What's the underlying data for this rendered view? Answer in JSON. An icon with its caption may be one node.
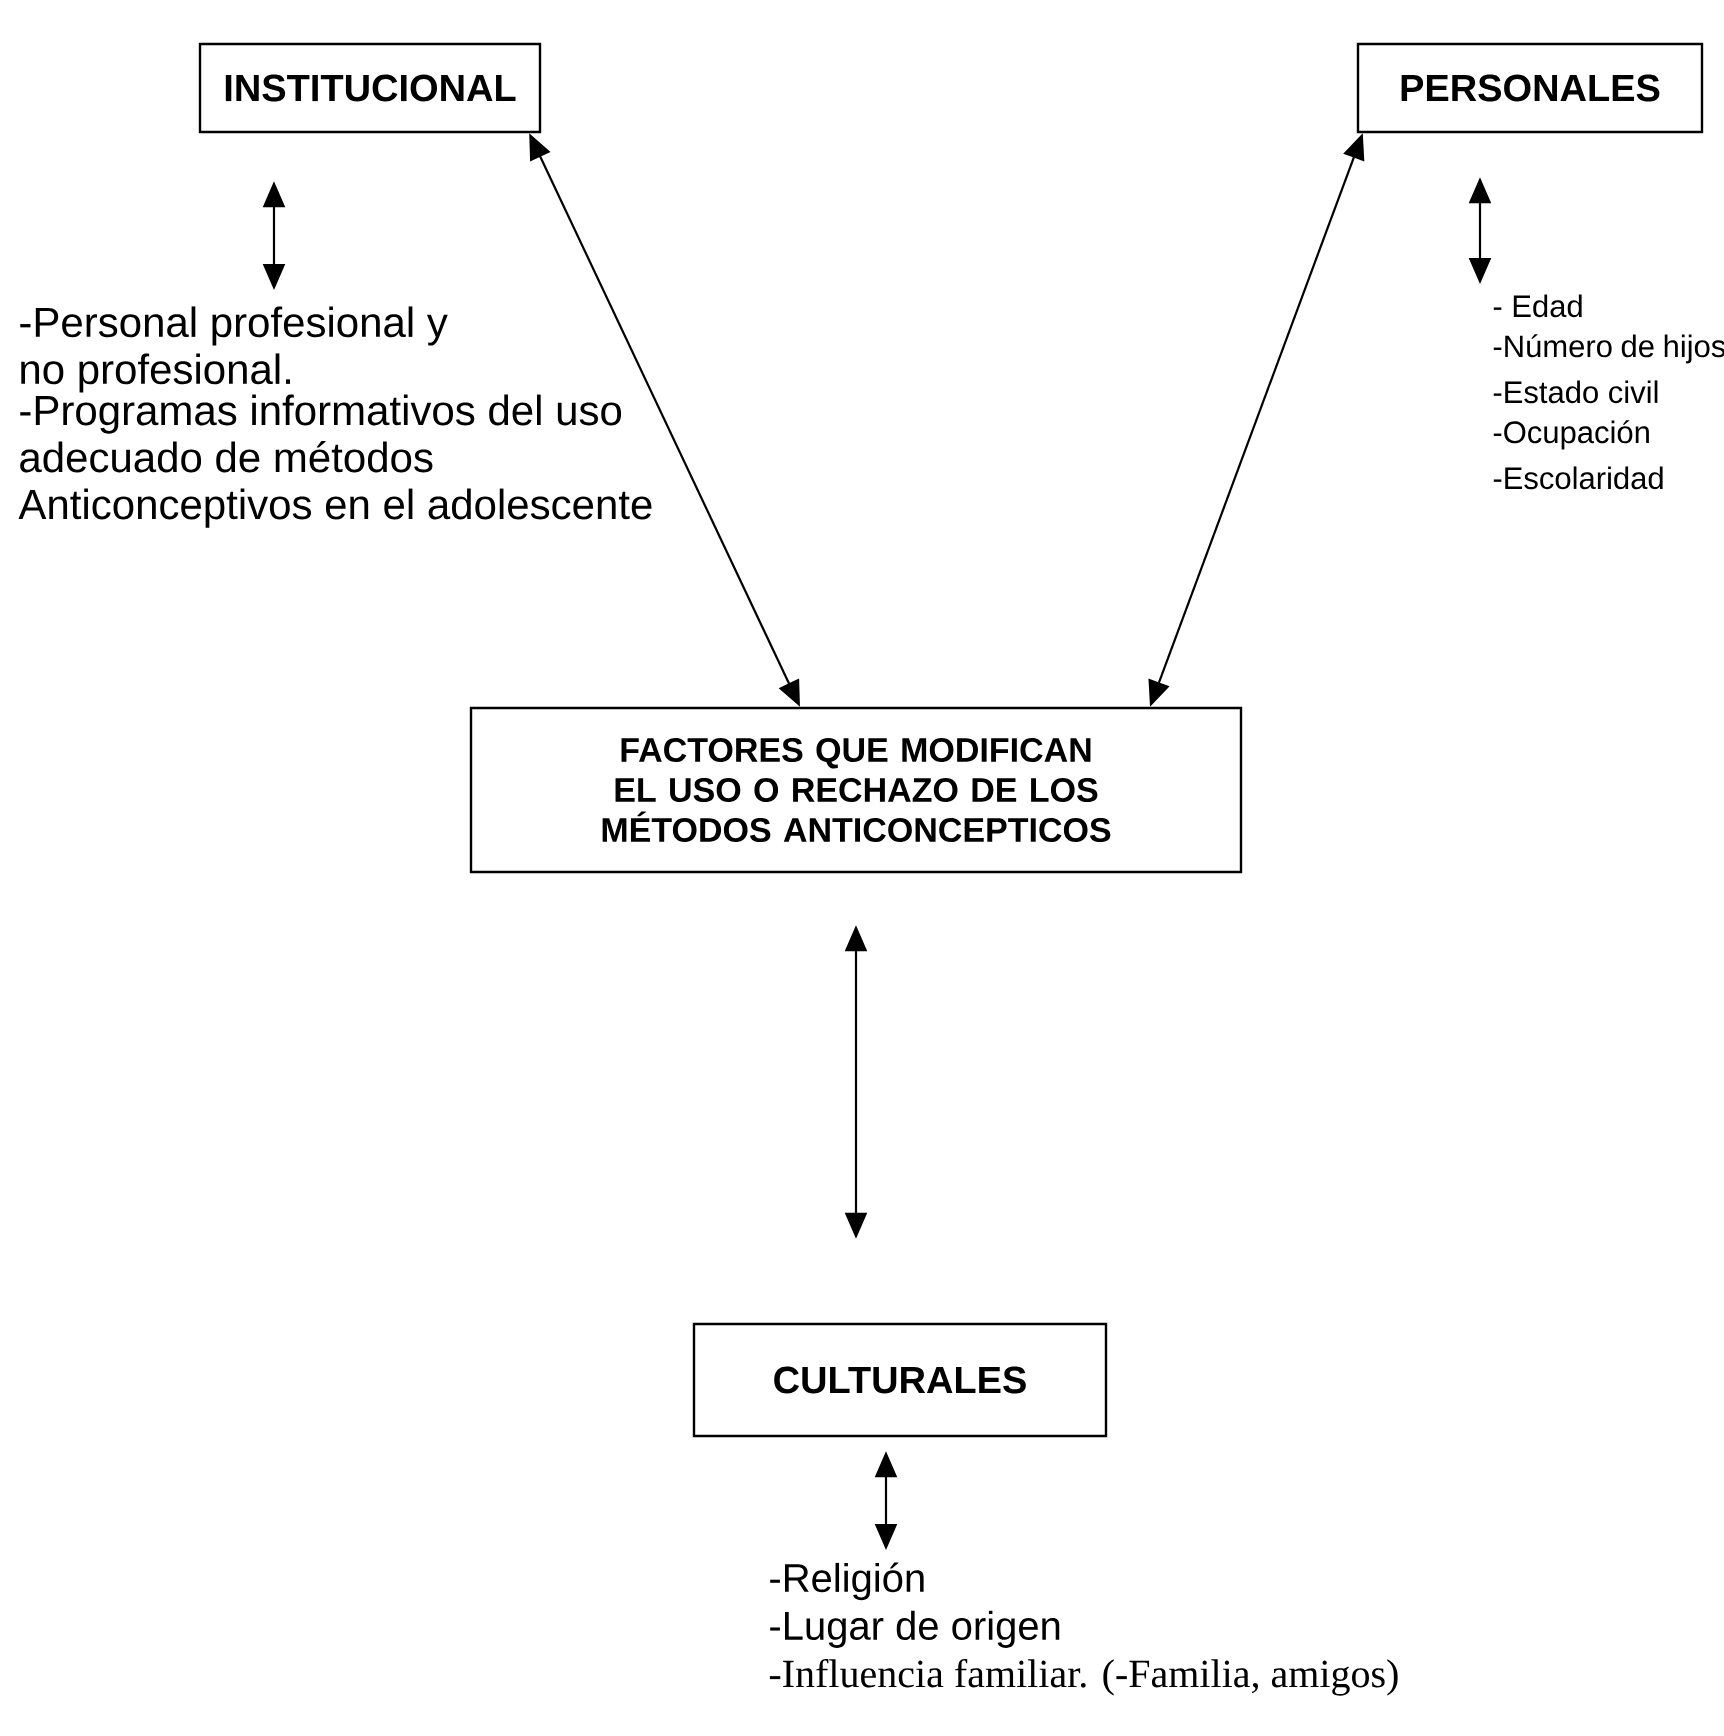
{
  "diagram": {
    "nodes": [
      {
        "text": [
          "INSTITUCIONAL"
        ]
      },
      {
        "text": [
          "PERSONALES"
        ]
      },
      {
        "text": [
          "FACTORES QUE MODIFICAN EL USO O RECHAZO DE LOS MÉTODOS ANTICONCEPTICOS"
        ]
      },
      {
        "text": [
          "CULTURALES"
        ]
      },
      {
        "text": [
          "-Personal profesional y no profesional.",
          "-Programas informativos del uso adecuado de métodos Anticonceptivos en el adolescente"
        ]
      },
      {
        "text": [
          "- Edad",
          "-Número de hijos",
          "-Estado civil",
          "-Ocupación",
          "-Escolaridad"
        ]
      },
      {
        "text": [
          "-Religión",
          "-Lugar de origen",
          "-Influencia familiar. (-Familia, amigos)"
        ]
      }
    ],
    "edges": [
      {
        "from": 0,
        "to": 4,
        "arrow": "both"
      },
      {
        "from": 0,
        "to": 2,
        "arrow": "both"
      },
      {
        "from": 1,
        "to": 2,
        "arrow": "both"
      },
      {
        "from": 1,
        "to": 5,
        "arrow": "both"
      },
      {
        "from": 2,
        "to": 3,
        "arrow": "both"
      },
      {
        "from": 3,
        "to": 6,
        "arrow": "both"
      }
    ]
  }
}
